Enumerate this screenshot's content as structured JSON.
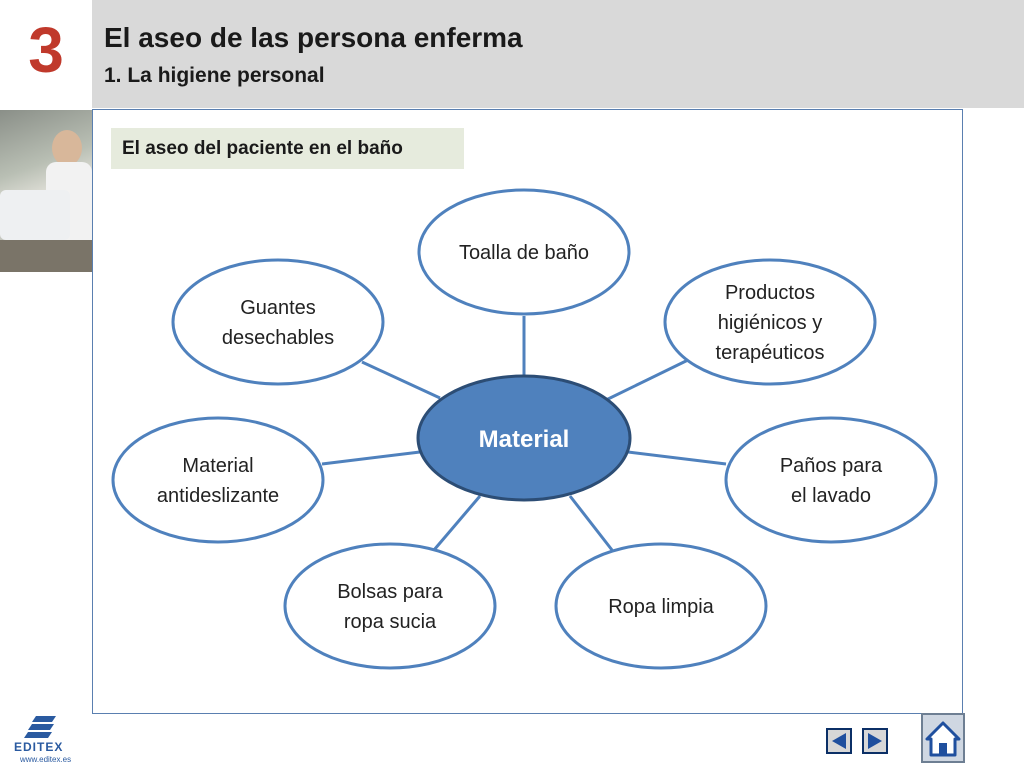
{
  "header": {
    "chapter_number": "3",
    "title": "El aseo de las persona enferma",
    "subtitle": "1. La higiene personal"
  },
  "section_label": "El aseo del paciente en el baño",
  "diagram": {
    "center": "Material",
    "nodes": [
      {
        "id": "toalla",
        "lines": [
          "Toalla de baño"
        ]
      },
      {
        "id": "productos",
        "lines": [
          "Productos",
          "higiénicos y",
          "terapéuticos"
        ]
      },
      {
        "id": "panos",
        "lines": [
          "Paños para",
          "el lavado"
        ]
      },
      {
        "id": "ropa-limpia",
        "lines": [
          "Ropa limpia"
        ]
      },
      {
        "id": "bolsas",
        "lines": [
          "Bolsas para",
          "ropa sucia"
        ]
      },
      {
        "id": "antideslizante",
        "lines": [
          "Material",
          "antideslizante"
        ]
      },
      {
        "id": "guantes",
        "lines": [
          "Guantes",
          "desechables"
        ]
      }
    ],
    "colors": {
      "center_fill": "#4f81bd",
      "center_stroke": "#2c4d75",
      "node_stroke": "#4f81bd",
      "connector": "#4f81bd"
    }
  },
  "footer": {
    "logo_text": "EDITEX",
    "logo_url": "www.editex.es",
    "prev_icon": "triangle-left-icon",
    "next_icon": "triangle-right-icon",
    "home_icon": "house-icon"
  }
}
